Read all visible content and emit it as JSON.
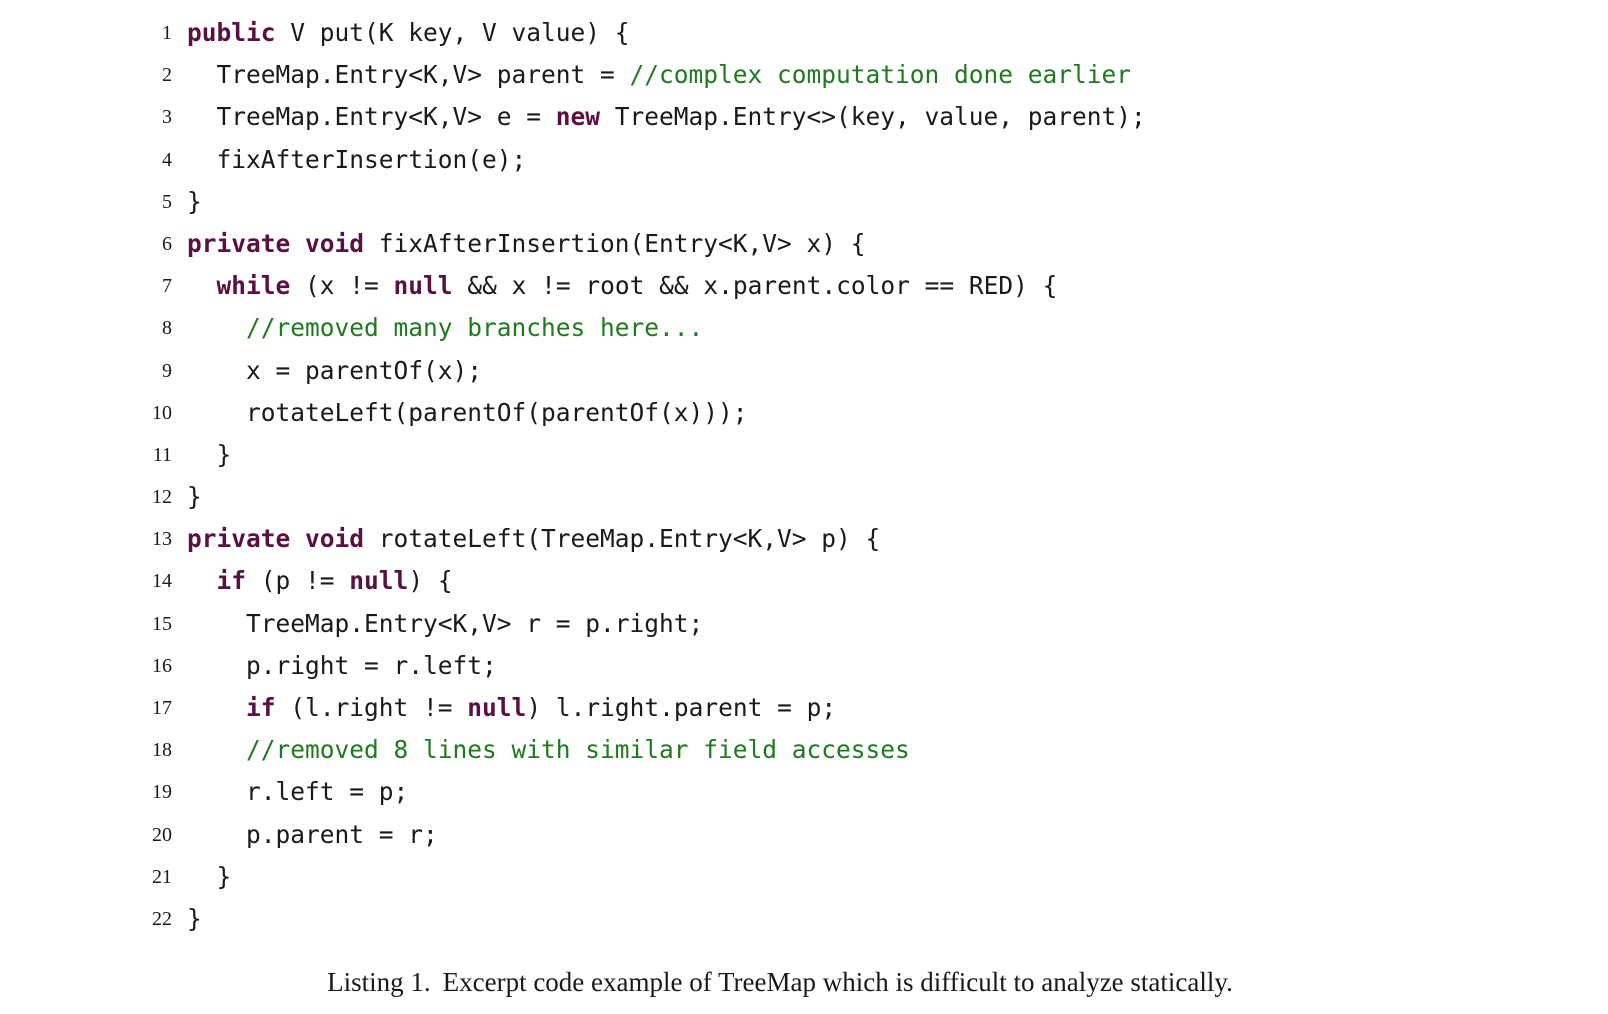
{
  "listing": {
    "lines": [
      {
        "number": "1",
        "tokens": [
          {
            "t": "public",
            "k": "kw"
          },
          {
            "t": " V put(K key, V value) {"
          }
        ]
      },
      {
        "number": "2",
        "tokens": [
          {
            "t": "  TreeMap.Entry<K,V> parent = "
          },
          {
            "t": "//complex computation done earlier",
            "k": "cm"
          }
        ]
      },
      {
        "number": "3",
        "tokens": [
          {
            "t": "  TreeMap.Entry<K,V> e = "
          },
          {
            "t": "new",
            "k": "kw"
          },
          {
            "t": " TreeMap.Entry<>(key, value, parent);"
          }
        ]
      },
      {
        "number": "4",
        "tokens": [
          {
            "t": "  fixAfterInsertion(e);"
          }
        ]
      },
      {
        "number": "5",
        "tokens": [
          {
            "t": "}"
          }
        ]
      },
      {
        "number": "6",
        "tokens": [
          {
            "t": "private",
            "k": "kw"
          },
          {
            "t": " "
          },
          {
            "t": "void",
            "k": "kw"
          },
          {
            "t": " fixAfterInsertion(Entry<K,V> x) {"
          }
        ]
      },
      {
        "number": "7",
        "tokens": [
          {
            "t": "  "
          },
          {
            "t": "while",
            "k": "kw"
          },
          {
            "t": " (x != "
          },
          {
            "t": "null",
            "k": "kw"
          },
          {
            "t": " && x != root && x.parent.color == RED) {"
          }
        ]
      },
      {
        "number": "8",
        "tokens": [
          {
            "t": "    "
          },
          {
            "t": "//removed many branches here...",
            "k": "cm"
          }
        ]
      },
      {
        "number": "9",
        "tokens": [
          {
            "t": "    x = parentOf(x);"
          }
        ]
      },
      {
        "number": "10",
        "tokens": [
          {
            "t": "    rotateLeft(parentOf(parentOf(x)));"
          }
        ]
      },
      {
        "number": "11",
        "tokens": [
          {
            "t": "  }"
          }
        ]
      },
      {
        "number": "12",
        "tokens": [
          {
            "t": "}"
          }
        ]
      },
      {
        "number": "13",
        "tokens": [
          {
            "t": "private",
            "k": "kw"
          },
          {
            "t": " "
          },
          {
            "t": "void",
            "k": "kw"
          },
          {
            "t": " rotateLeft(TreeMap.Entry<K,V> p) {"
          }
        ]
      },
      {
        "number": "14",
        "tokens": [
          {
            "t": "  "
          },
          {
            "t": "if",
            "k": "kw"
          },
          {
            "t": " (p != "
          },
          {
            "t": "null",
            "k": "kw"
          },
          {
            "t": ") {"
          }
        ]
      },
      {
        "number": "15",
        "tokens": [
          {
            "t": "    TreeMap.Entry<K,V> r = p.right;"
          }
        ]
      },
      {
        "number": "16",
        "tokens": [
          {
            "t": "    p.right = r.left;"
          }
        ]
      },
      {
        "number": "17",
        "tokens": [
          {
            "t": "    "
          },
          {
            "t": "if",
            "k": "kw"
          },
          {
            "t": " (l.right != "
          },
          {
            "t": "null",
            "k": "kw"
          },
          {
            "t": ") l.right.parent = p;"
          }
        ]
      },
      {
        "number": "18",
        "tokens": [
          {
            "t": "    "
          },
          {
            "t": "//removed 8 lines with similar field accesses",
            "k": "cm"
          }
        ]
      },
      {
        "number": "19",
        "tokens": [
          {
            "t": "    r.left = p;"
          }
        ]
      },
      {
        "number": "20",
        "tokens": [
          {
            "t": "    p.parent = r;"
          }
        ]
      },
      {
        "number": "21",
        "tokens": [
          {
            "t": "  }"
          }
        ]
      },
      {
        "number": "22",
        "tokens": [
          {
            "t": "}"
          }
        ]
      }
    ]
  },
  "caption": {
    "label": "Listing 1.",
    "text": "Excerpt code example of TreeMap which is difficult to analyze statically."
  },
  "colors": {
    "keyword": "#5a1040",
    "comment": "#1f7a1f",
    "text": "#1a1a1a"
  }
}
